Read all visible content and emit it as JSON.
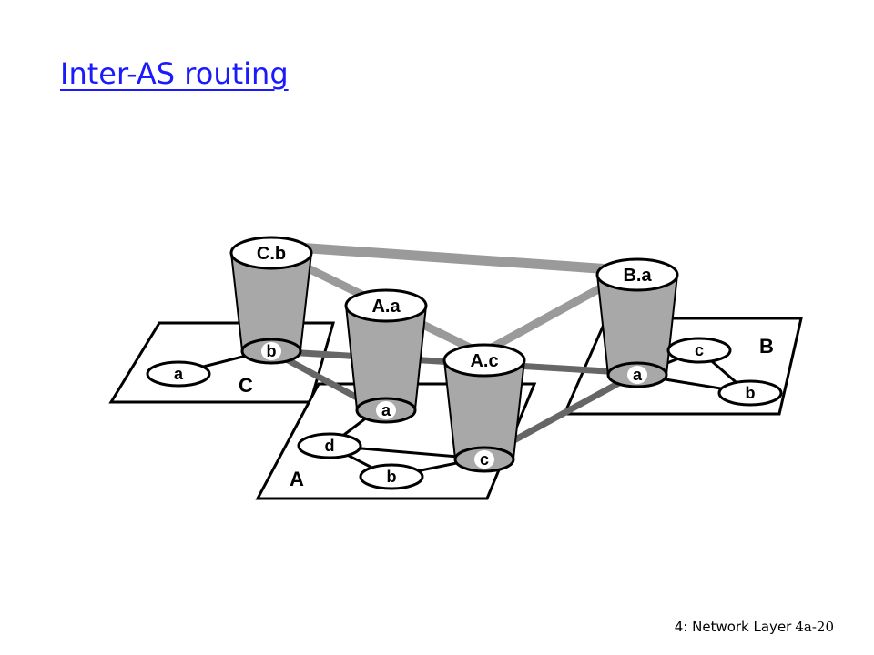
{
  "slide": {
    "title": "Inter-AS routing",
    "footer_chapter": "4: Network Layer",
    "footer_page": "4a-20"
  },
  "diagram": {
    "as_labels": {
      "A": "A",
      "B": "B",
      "C": "C"
    },
    "gateways": {
      "Cb": "C.b",
      "Aa": "A.a",
      "Ac": "A.c",
      "Ba": "B.a"
    },
    "routers": {
      "C_a": "a",
      "C_b": "b",
      "A_a": "a",
      "A_c": "c",
      "A_d": "d",
      "A_b": "b",
      "B_a": "a",
      "B_c": "c",
      "B_b": "b"
    },
    "colors": {
      "inter_as_link": "#9a9a9a",
      "intra_link_dark": "#666666",
      "cylinder_fill": "#a8a8a8",
      "title": "#1a1aff"
    }
  }
}
